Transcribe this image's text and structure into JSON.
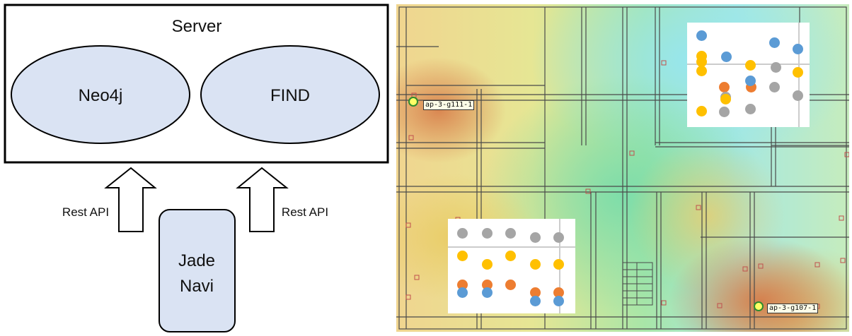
{
  "diagram": {
    "server_label": "Server",
    "neo4j_label": "Neo4j",
    "find_label": "FIND",
    "client_label_line1": "Jade",
    "client_label_line2": "Navi",
    "left_arrow_label": "Rest API",
    "right_arrow_label": "Rest API"
  },
  "floorplan": {
    "access_points": [
      {
        "label": "ap-3-g111-1"
      },
      {
        "label": "ap-3-g107-1"
      }
    ],
    "colors": {
      "blue": "#5b9bd5",
      "yellow": "#ffc000",
      "orange": "#ed7d31",
      "gray": "#a5a5a5"
    },
    "panel_top_right": {
      "dots": [
        "blue",
        "blue",
        "blue",
        "blue",
        "yellow",
        "yellow",
        "gray",
        "orange",
        "orange",
        "yellow",
        "yellow",
        "yellow",
        "gray",
        "gray",
        "gray",
        "gray",
        "yellow",
        "blue",
        "gray",
        "yellow"
      ]
    },
    "panel_bottom_left": {
      "dots": [
        "gray",
        "gray",
        "gray",
        "gray",
        "gray",
        "yellow",
        "yellow",
        "yellow",
        "yellow",
        "yellow",
        "orange",
        "orange",
        "orange",
        "orange",
        "orange",
        "blue",
        "blue",
        "blue",
        "blue"
      ]
    }
  }
}
